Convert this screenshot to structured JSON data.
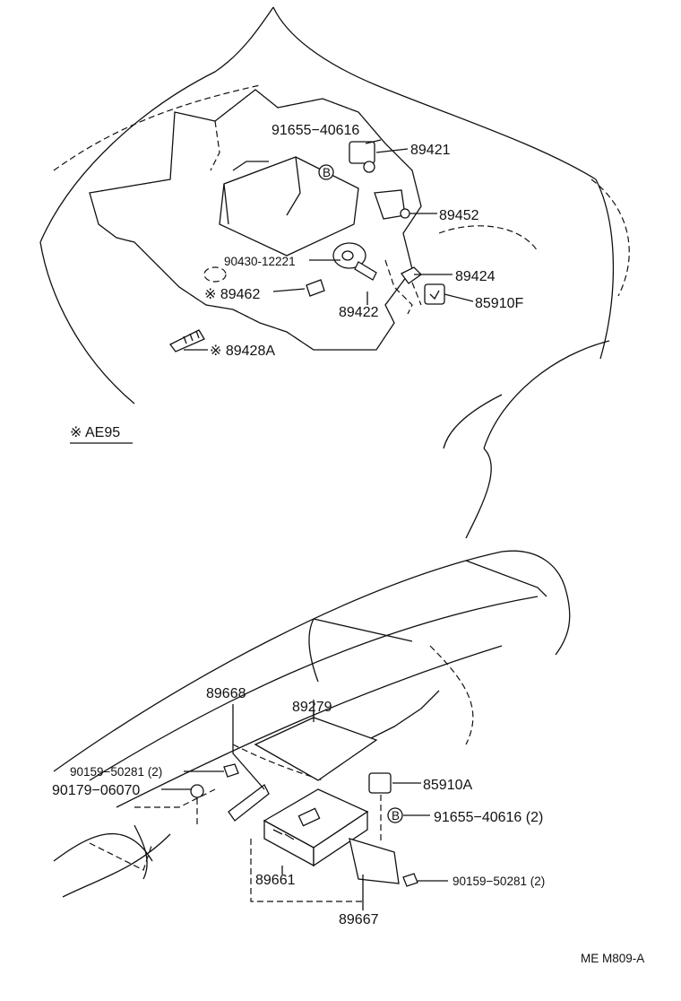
{
  "diagram": {
    "top_labels": {
      "p91655_40616": "91655−40616",
      "p89421": "89421",
      "p89452": "89452",
      "p90430": "90430-12221",
      "p89424": "89424",
      "p89462": "※ 89462",
      "p85910F": "85910F",
      "p89422": "89422",
      "p89428A": "※ 89428A",
      "note_ae95": "※ AE95",
      "callout_b": "B"
    },
    "bottom_labels": {
      "p89668": "89668",
      "p89279": "89279",
      "p90159_a": "90159−50281 (2)",
      "p90179": "90179−06070",
      "p85910A": "85910A",
      "p91655_b": "91655−40616 (2)",
      "callout_b": "B",
      "p89661": "89661",
      "p90159_b": "90159−50281 (2)",
      "p89667": "89667"
    },
    "footer": {
      "code": "ME M809-A"
    }
  }
}
